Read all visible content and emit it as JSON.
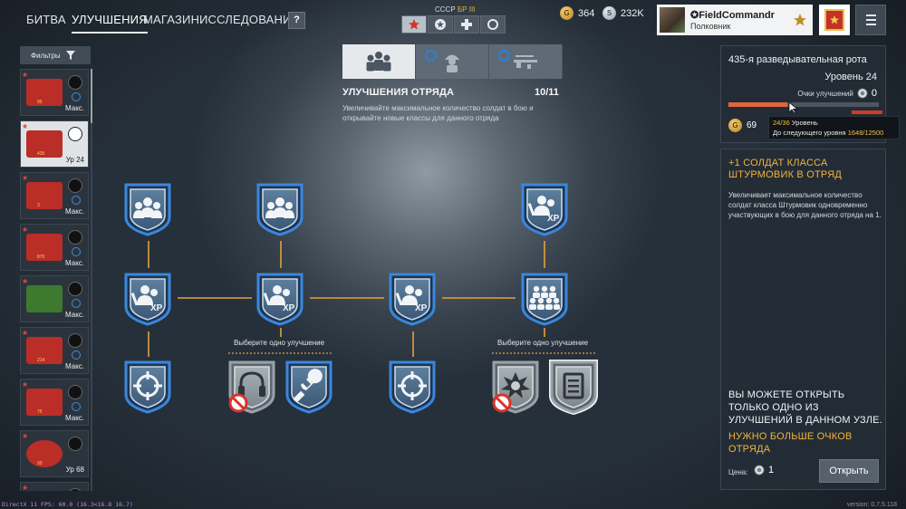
{
  "nav": {
    "tabs": [
      {
        "label": "БИТВА"
      },
      {
        "label": "УЛУЧШЕНИЯ"
      },
      {
        "label": "МАГАЗИН"
      },
      {
        "label": "ИССЛЕДОВАНИЯ"
      }
    ],
    "help": "?"
  },
  "nation": {
    "name": "СССР",
    "br": "БР III"
  },
  "currency": {
    "gold": "364",
    "silver": "232K"
  },
  "profile": {
    "name": "✪FieldCommandr",
    "rank": "Полковник"
  },
  "filters": {
    "label": "Фильтры"
  },
  "squads": [
    {
      "level": "Макс.",
      "number": "95"
    },
    {
      "level": "Ур 24",
      "number": "435"
    },
    {
      "level": "Макс.",
      "number": "3"
    },
    {
      "level": "Макс.",
      "number": "870"
    },
    {
      "level": "Макс.",
      "number": ""
    },
    {
      "level": "Макс.",
      "number": "214"
    },
    {
      "level": "Макс.",
      "number": "75"
    },
    {
      "level": "Ур 68",
      "number": "99"
    },
    {
      "level": "",
      "number": ""
    }
  ],
  "section": {
    "title": "УЛУЧШЕНИЯ ОТРЯДА",
    "count": "10/11",
    "desc": "Увеличивайте максимальное количество солдат в бою и открывайте новые классы для данного отряда"
  },
  "tree": {
    "choose_label": "Выберите одно улучшение"
  },
  "squad_panel": {
    "name": "435-я разведывательная рота",
    "level": "Уровень 24",
    "upgrade_points_label": "Очки улучшений",
    "upgrade_points": "0",
    "xp_progress": 0.39,
    "coins": "69"
  },
  "tooltip": {
    "line1_value": "24/36",
    "line1_label": "Уровень",
    "line2_label": "До следующего уровня",
    "line2_value": "1648/12500"
  },
  "upgrade_panel": {
    "title": "+1 СОЛДАТ КЛАССА ШТУРМОВИК В ОТРЯД",
    "desc": "Увеличивает максимальное количество солдат класса Штурмовик одновременно участвующих в бою для данного отряда на 1.",
    "warning": "ВЫ МОЖЕТЕ ОТКРЫТЬ ТОЛЬКО ОДНО ИЗ УЛУЧШЕНИЙ В ДАННОМ УЗЛЕ.",
    "need": "НУЖНО БОЛЬШЕ ОЧКОВ ОТРЯДА",
    "price_label": "Цена:",
    "price": "1",
    "open_button": "Открыть"
  },
  "footer": {
    "debug": "DirectX 11 FPS: 60.0 (16.3<16.8 16.7)",
    "version": "version: 0.7.5.118"
  },
  "colors": {
    "accent": "#f0b43c",
    "node_blue": "#3b82d6",
    "line": "#e2a13a"
  }
}
